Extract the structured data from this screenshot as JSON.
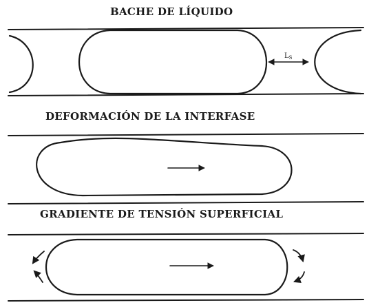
{
  "panels": [
    {
      "title": "BACHE DE LÍQUIDO",
      "annotation": "L",
      "annotation_sub": "S"
    },
    {
      "title": "DEFORMACIÓN DE LA INTERFASE"
    },
    {
      "title": "GRADIENTE DE TENSIÓN SUPERFICIAL"
    }
  ],
  "colors": {
    "ink": "#1a1a1a",
    "background": "#ffffff"
  }
}
